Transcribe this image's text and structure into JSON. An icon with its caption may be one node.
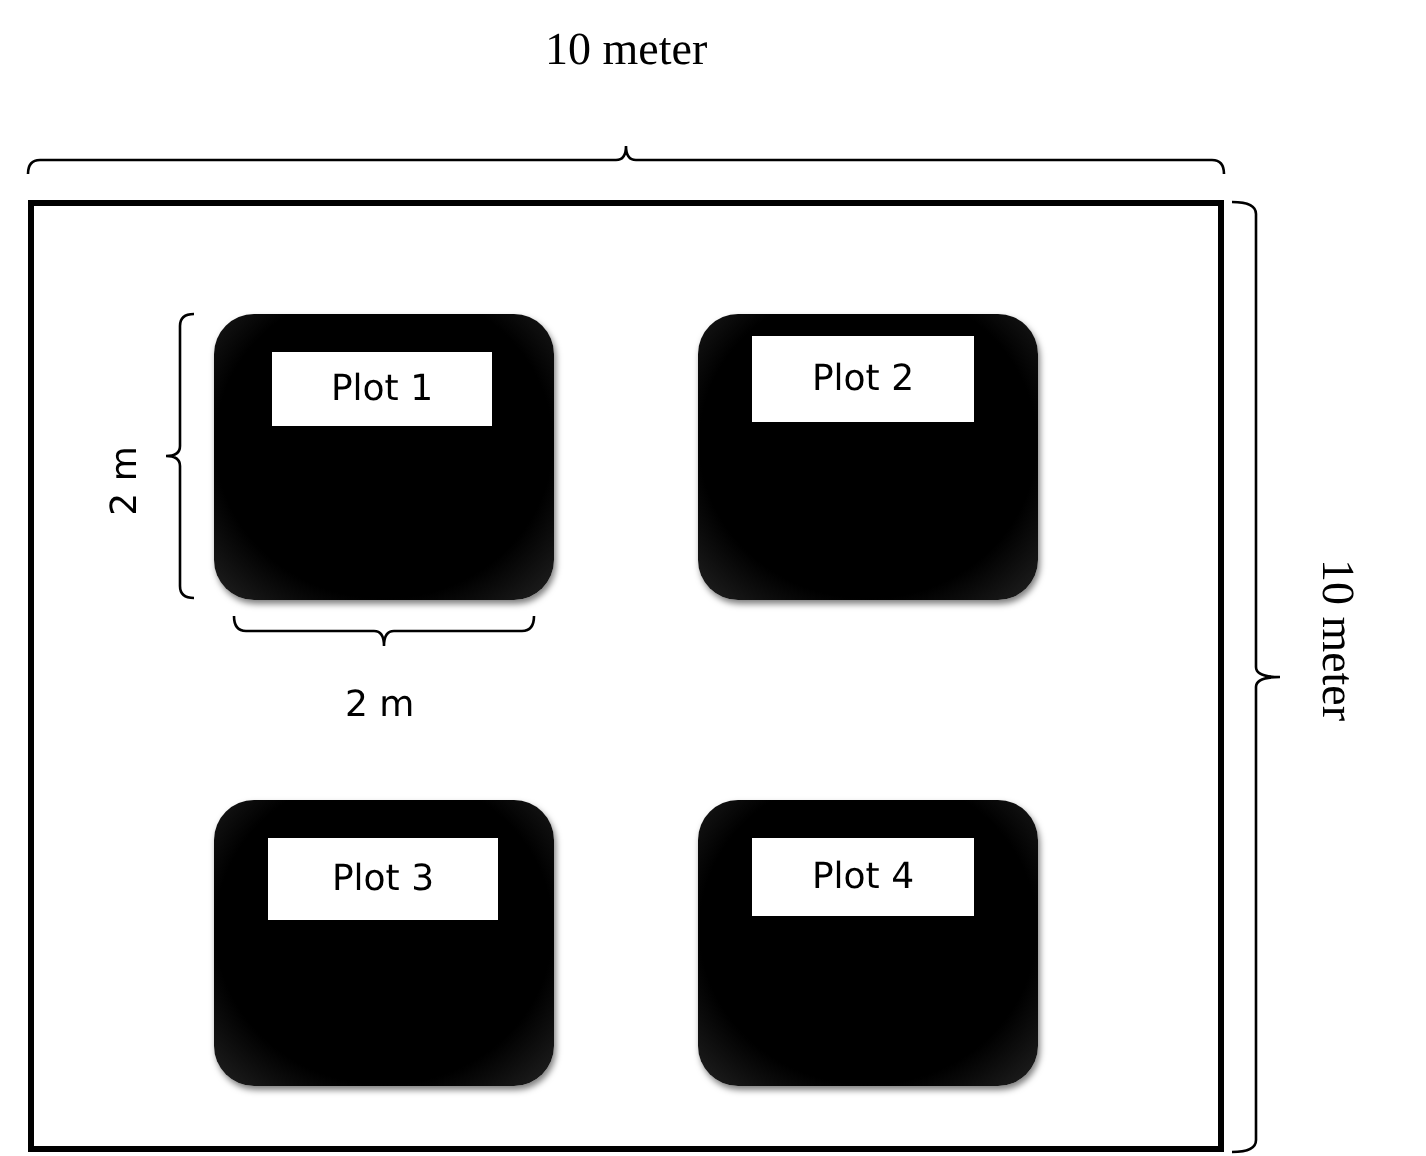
{
  "diagram": {
    "nodes": [
      {
        "text": [],
        "shape": "box"
      },
      {
        "text": [
          "Plot 1"
        ],
        "in": 0
      },
      {
        "text": [
          "Plot 2"
        ],
        "in": 0
      },
      {
        "text": [
          "Plot 3"
        ],
        "in": 0
      },
      {
        "text": [
          "Plot 4"
        ],
        "in": 0
      }
    ],
    "labels": [
      "10 meter",
      "2 m",
      "2 m",
      "10 meter"
    ]
  }
}
